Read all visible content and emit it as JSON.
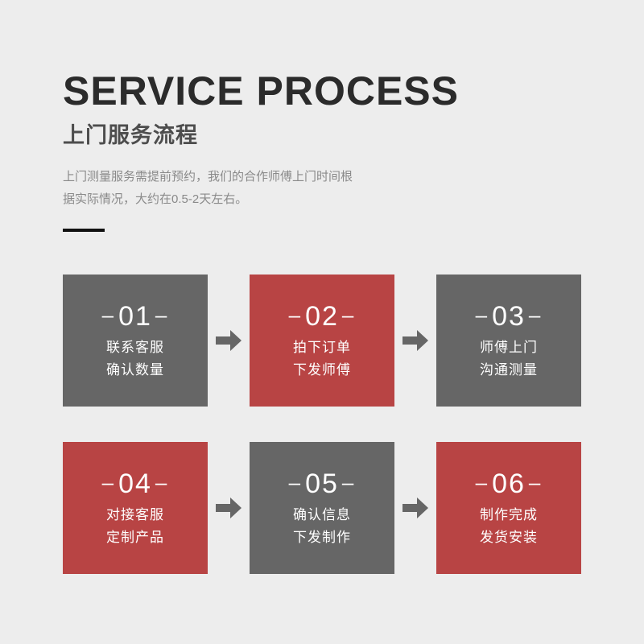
{
  "page": {
    "background_color": "#ededed"
  },
  "header": {
    "title_en": "SERVICE PROCESS",
    "title_cn": "上门服务流程",
    "description_line1": "上门测量服务需提前预约，我们的合作师傅上门时间根",
    "description_line2": "据实际情况，大约在0.5-2天左右。",
    "rule_color": "#111111"
  },
  "colors": {
    "gray": "#666666",
    "red": "#b84444",
    "title": "#2b2b2b",
    "subtitle": "#4d4d4d",
    "description": "#8a8a8a",
    "arrow": "#666666"
  },
  "process": {
    "dash": "–",
    "arrow_icon": "arrow-right-icon",
    "rows": [
      {
        "steps": [
          {
            "number": "01",
            "color": "gray",
            "line1": "联系客服",
            "line2": "确认数量"
          },
          {
            "number": "02",
            "color": "red",
            "line1": "拍下订单",
            "line2": "下发师傅"
          },
          {
            "number": "03",
            "color": "gray",
            "line1": "师傅上门",
            "line2": "沟通测量"
          }
        ]
      },
      {
        "steps": [
          {
            "number": "04",
            "color": "red",
            "line1": "对接客服",
            "line2": "定制产品"
          },
          {
            "number": "05",
            "color": "gray",
            "line1": "确认信息",
            "line2": "下发制作"
          },
          {
            "number": "06",
            "color": "red",
            "line1": "制作完成",
            "line2": "发货安装"
          }
        ]
      }
    ]
  }
}
